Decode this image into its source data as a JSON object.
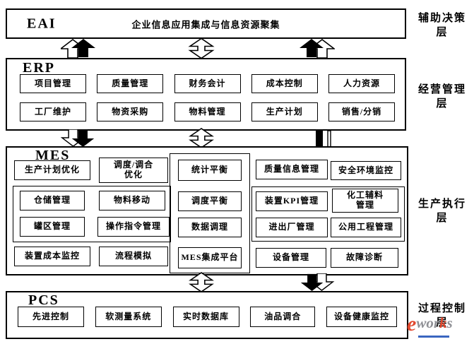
{
  "eai": {
    "code": "EAI",
    "title": "企业信息应用集成与信息资源聚集",
    "side_label": "辅助决策层"
  },
  "erp": {
    "code": "ERP",
    "side_label": "经营管理层",
    "row1": [
      "项目管理",
      "质量管理",
      "财务会计",
      "成本控制",
      "人力资源"
    ],
    "row2": [
      "工厂维护",
      "物资采购",
      "物料管理",
      "生产计划",
      "销售/分销"
    ]
  },
  "mes": {
    "code": "MES",
    "side_label": "生产执行层",
    "row1_left": [
      "生产计划优化",
      "调度/调合\n优化"
    ],
    "row1_right": [
      "质量信息管理",
      "安全环境监控"
    ],
    "center_column": [
      "统计平衡",
      "调度平衡",
      "数据调理",
      "MES集成平台"
    ],
    "group_left": [
      "仓储管理",
      "物料移动",
      "罐区管理",
      "操作指令管理"
    ],
    "group_right": [
      "装置KPI管理",
      "化工辅料\n管理",
      "进出厂管理",
      "公用工程管理"
    ],
    "row4_left": [
      "装置成本监控",
      "流程模拟"
    ],
    "row4_right": [
      "设备管理",
      "故障诊断"
    ]
  },
  "pcs": {
    "code": "PCS",
    "side_label": "过程控制层",
    "items": [
      "先进控制",
      "软测量系统",
      "实时数据库",
      "油品调合",
      "设备健康监控"
    ]
  },
  "logo": {
    "e": "e",
    "wor": "wor",
    "k": "k",
    "s": "s"
  },
  "colors": {
    "border": "#000000",
    "background": "#ffffff",
    "logo_orange": "#e2492f",
    "logo_gray": "#8f9095",
    "logo_blue": "#3a66c0"
  }
}
